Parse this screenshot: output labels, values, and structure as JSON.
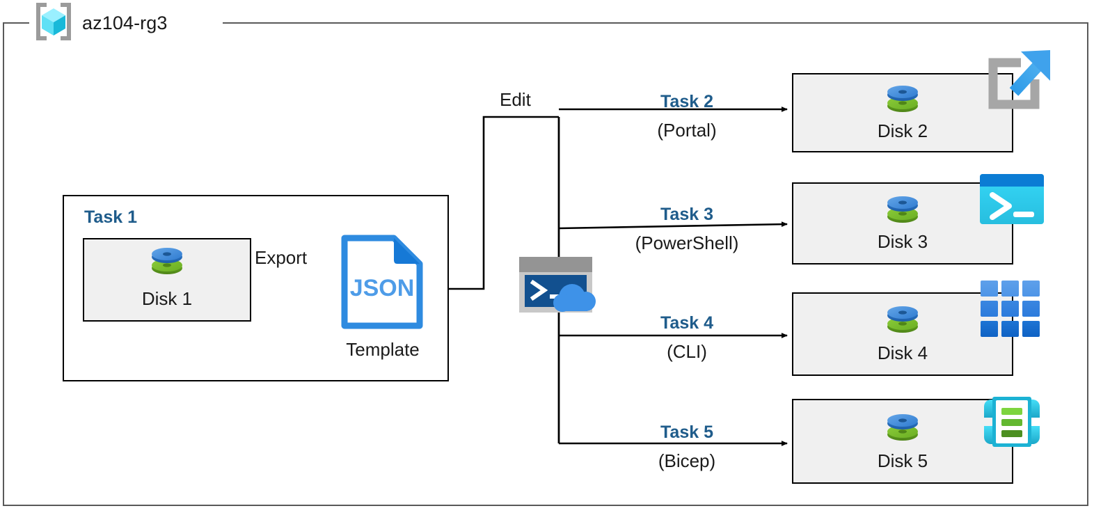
{
  "resource_group": {
    "name": "az104-rg3",
    "icon": "resource-group-cube-icon"
  },
  "task1": {
    "heading": "Task 1",
    "disk": {
      "label": "Disk 1",
      "icon": "managed-disk-icon"
    },
    "export_arrow_label": "Export",
    "template": {
      "label": "Template",
      "icon": "json-file-icon",
      "icon_text": "JSON"
    }
  },
  "edit_label": "Edit",
  "cloud_shell": {
    "icon": "cloud-shell-icon",
    "prompt": ">_"
  },
  "branches": [
    {
      "task": "Task 2",
      "tool": "(Portal)",
      "disk_label": "Disk 2",
      "disk_icon": "managed-disk-icon",
      "tool_icon": "azure-portal-icon"
    },
    {
      "task": "Task 3",
      "tool": "(PowerShell)",
      "disk_label": "Disk 3",
      "disk_icon": "managed-disk-icon",
      "tool_icon": "powershell-icon"
    },
    {
      "task": "Task 4",
      "tool": "(CLI)",
      "disk_label": "Disk 4",
      "disk_icon": "managed-disk-icon",
      "tool_icon": "azure-cli-icon"
    },
    {
      "task": "Task 5",
      "tool": "(Bicep)",
      "disk_label": "Disk 5",
      "disk_icon": "managed-disk-icon",
      "tool_icon": "bicep-icon"
    }
  ],
  "colors": {
    "task_heading": "#1F5C8B",
    "frame_gray": "#595959",
    "box_fill": "#F0F0F0",
    "disk_blue": "#3E8EDE",
    "disk_green": "#6FBE2C",
    "json_blue": "#2E8BE0",
    "cube_cyan": "#50E6FF",
    "powershell_cyan": "#32D4F5",
    "cli_blue": "#1F8BE0",
    "bicep_cyan": "#32D4F5"
  }
}
